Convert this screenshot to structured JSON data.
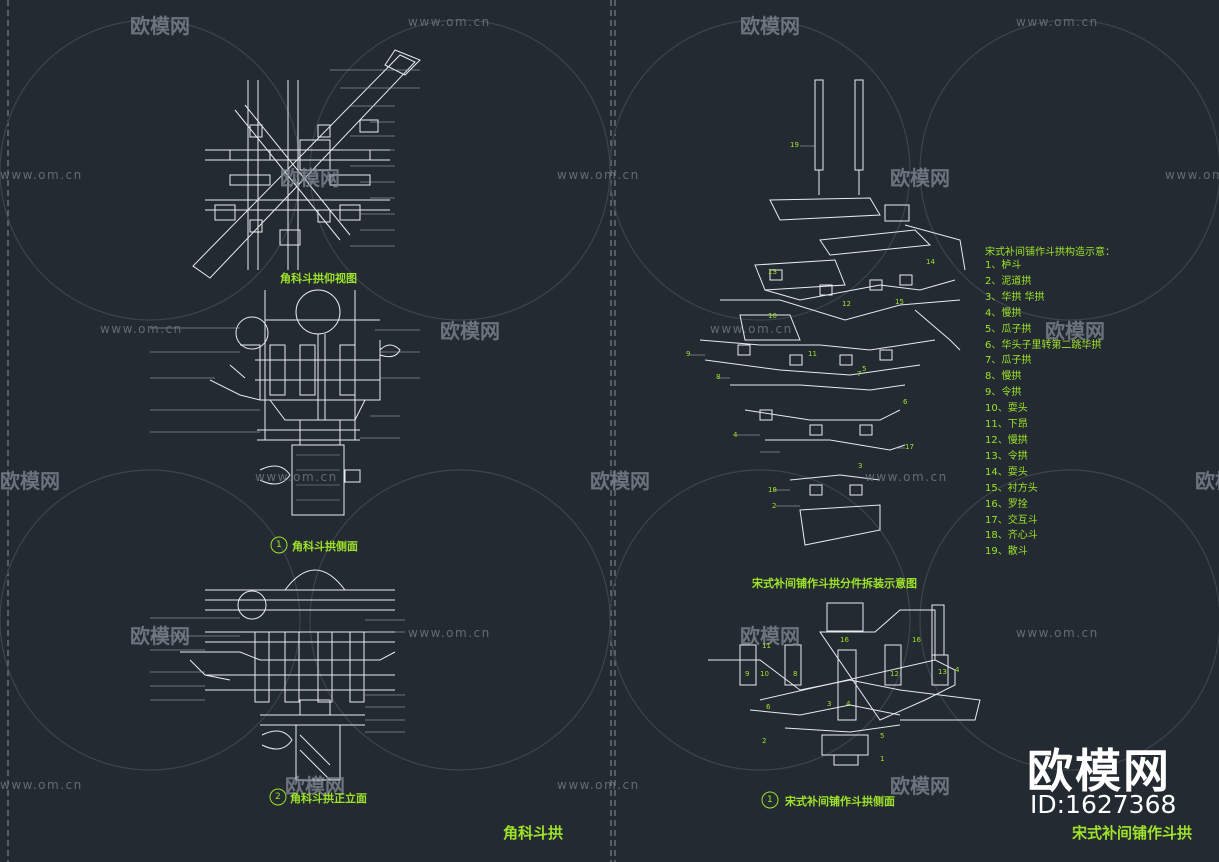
{
  "watermark": {
    "text": "欧模网",
    "url": "www.om.cn"
  },
  "left_panel": {
    "plan_title": "角科斗拱仰视图",
    "side_section_title": "角科斗拱侧面",
    "side_section_no": "1",
    "front_elev_title": "角科斗拱正立面",
    "front_elev_no": "2",
    "sheet_title": "角科斗拱"
  },
  "right_panel": {
    "explode_title": "宋式补间铺作斗拱分件拆装示意图",
    "section_title": "宋式补间铺作斗拱侧面",
    "section_no": "1",
    "sheet_title": "宋式补间铺作斗拱",
    "legend_title": "宋式补间铺作斗拱构造示意：",
    "legend_items": [
      "1、栌斗",
      "2、泥道拱",
      "3、华拱 华拱",
      "4、慢拱",
      "5、瓜子拱",
      "6、华头子里转第二跳华拱",
      "7、瓜子拱",
      "8、慢拱",
      "9、令拱",
      "10、耍头",
      "11、下昂",
      "12、慢拱",
      "13、令拱",
      "14、耍头",
      "15、衬方头",
      "16、罗拴",
      "17、交互斗",
      "18、齐心斗",
      "19、散斗"
    ],
    "explode_numbers": [
      "19",
      "13",
      "14",
      "10",
      "11",
      "12",
      "15",
      "9",
      "8",
      "5",
      "7",
      "6",
      "4",
      "3",
      "17",
      "18",
      "2"
    ],
    "section_numbers": [
      "11",
      "16",
      "16",
      "9",
      "10",
      "8",
      "12",
      "13",
      "4",
      "6",
      "5",
      "4",
      "3",
      "2",
      "1"
    ]
  },
  "brand": {
    "name": "欧模网",
    "id": "ID:1627368"
  }
}
